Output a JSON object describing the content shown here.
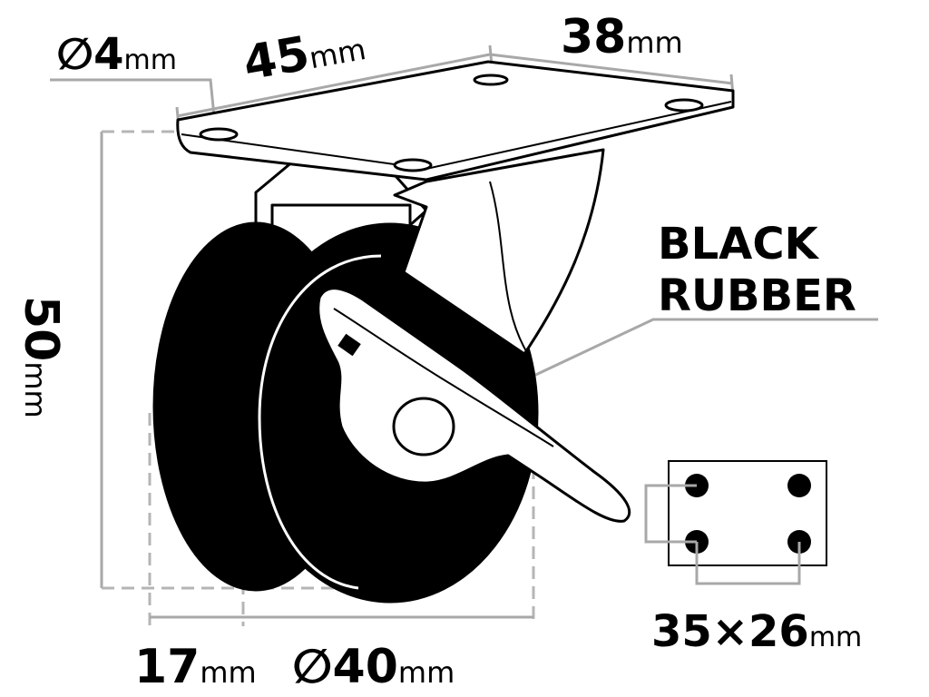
{
  "dimensions": {
    "hole_diameter": {
      "value": "∅4",
      "unit": "mm"
    },
    "plate_length": {
      "value": "45",
      "unit": "mm"
    },
    "plate_width": {
      "value": "38",
      "unit": "mm"
    },
    "height": {
      "value": "50",
      "unit": "mm"
    },
    "wheel_width": {
      "value": "17",
      "unit": "mm"
    },
    "wheel_diameter": {
      "value": "∅40",
      "unit": "mm"
    },
    "hole_spacing": {
      "value": "35×26",
      "unit": "mm"
    }
  },
  "material_label": {
    "line1": "BLACK",
    "line2": "RUBBER"
  },
  "colors": {
    "line": "#000000",
    "dimension": "#a8a8a8",
    "wheel": "#000000",
    "background": "#ffffff"
  }
}
